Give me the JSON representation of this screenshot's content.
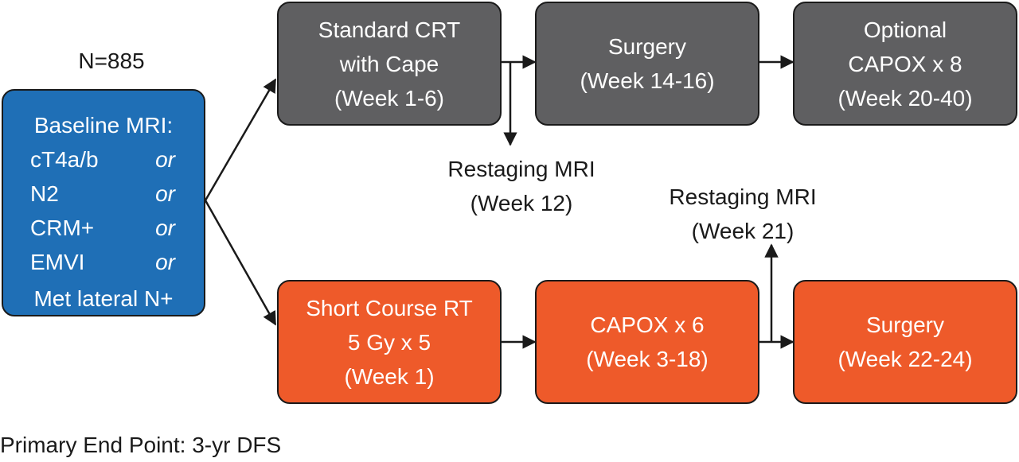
{
  "sample_size": "N=885",
  "baseline": {
    "title": "Baseline MRI:",
    "criteria": [
      {
        "label": "cT4a/b",
        "conj": "or"
      },
      {
        "label": "N2",
        "conj": "or"
      },
      {
        "label": "CRM+",
        "conj": "or"
      },
      {
        "label": "EMVI",
        "conj": "or"
      }
    ],
    "last": "Met lateral N+"
  },
  "standard_arm": {
    "crt": [
      "Standard CRT",
      "with Cape",
      "(Week 1-6)"
    ],
    "surgery": [
      "Surgery",
      "(Week 14-16)"
    ],
    "capox": [
      "Optional",
      "CAPOX x 8",
      "(Week 20-40)"
    ],
    "restaging": [
      "Restaging MRI",
      "(Week 12)"
    ]
  },
  "experimental_arm": {
    "scrt": [
      "Short Course RT",
      "5 Gy x 5",
      "(Week 1)"
    ],
    "capox": [
      "CAPOX x 6",
      "(Week 3-18)"
    ],
    "surgery": [
      "Surgery",
      "(Week 22-24)"
    ],
    "restaging": [
      "Restaging MRI",
      "(Week 21)"
    ]
  },
  "endpoint": "Primary End Point: 3-yr DFS",
  "colors": {
    "baseline": "#1f6fb6",
    "standard": "#5f5f61",
    "experimental": "#ee5a2a"
  }
}
